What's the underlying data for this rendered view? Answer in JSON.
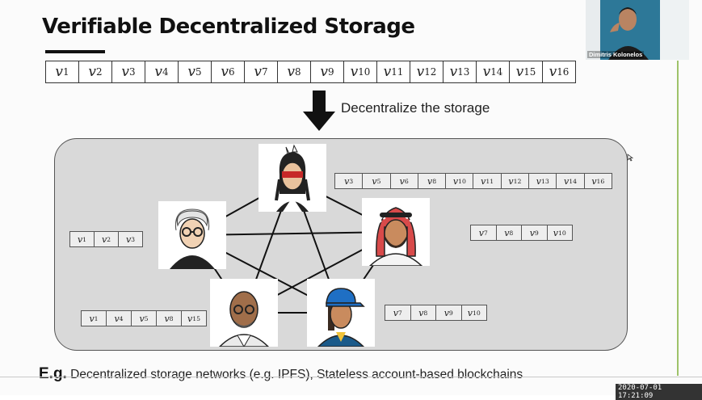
{
  "slide": {
    "title": "Verifiable Decentralized Storage",
    "arrow_label": "Decentralize the storage",
    "footnote_bold": "E.g.",
    "footnote_text": " Decentralized storage networks (e.g. IPFS), Stateless account-based blockchains"
  },
  "top_array": [
    "1",
    "2",
    "3",
    "4",
    "5",
    "6",
    "7",
    "8",
    "9",
    "10",
    "11",
    "12",
    "13",
    "14",
    "15",
    "16"
  ],
  "arrays": {
    "top_right": [
      "3",
      "5",
      "6",
      "8",
      "10",
      "11",
      "12",
      "13",
      "14",
      "16"
    ],
    "left": [
      "1",
      "2",
      "3"
    ],
    "right": [
      "7",
      "8",
      "9",
      "10"
    ],
    "bottom_left": [
      "1",
      "4",
      "5",
      "8",
      "15"
    ],
    "bottom_right": [
      "7",
      "8",
      "9",
      "10"
    ]
  },
  "nodes": [
    {
      "id": "top",
      "icon": "native-person-icon"
    },
    {
      "id": "left",
      "icon": "gray-haired-person-icon"
    },
    {
      "id": "right",
      "icon": "keffiyeh-person-icon"
    },
    {
      "id": "bottom-left",
      "icon": "bald-person-icon"
    },
    {
      "id": "bottom-right",
      "icon": "cap-person-icon"
    }
  ],
  "edges": [
    [
      "top",
      "left"
    ],
    [
      "top",
      "right"
    ],
    [
      "top",
      "bottom-left"
    ],
    [
      "top",
      "bottom-right"
    ],
    [
      "left",
      "right"
    ],
    [
      "left",
      "bottom-left"
    ],
    [
      "left",
      "bottom-right"
    ],
    [
      "right",
      "bottom-left"
    ],
    [
      "right",
      "bottom-right"
    ],
    [
      "bottom-left",
      "bottom-right"
    ]
  ],
  "webcam": {
    "name": "Dimitris Kolonelos"
  },
  "timestamp": "2020-07-01  17:21:09",
  "colors": {
    "panel": "#d9d9d9",
    "accent_rule": "#9ec36a",
    "webcam_bg": "#2a6f8c"
  }
}
